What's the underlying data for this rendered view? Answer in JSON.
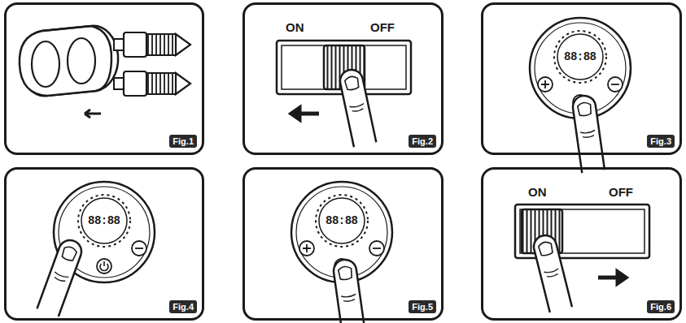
{
  "diagram": {
    "nodes": [
      {
        "text": [
          "Fig.1"
        ]
      },
      {
        "text": [
          "Fig.2"
        ]
      },
      {
        "text": [
          "Fig.3"
        ]
      },
      {
        "text": [
          "Fig.4"
        ]
      },
      {
        "text": [
          "Fig.5"
        ]
      },
      {
        "text": [
          "Fig.6"
        ]
      }
    ],
    "labels": [
      "ON",
      "OFF",
      "88:88",
      "88:88",
      "88:88",
      "ON",
      "OFF"
    ]
  }
}
